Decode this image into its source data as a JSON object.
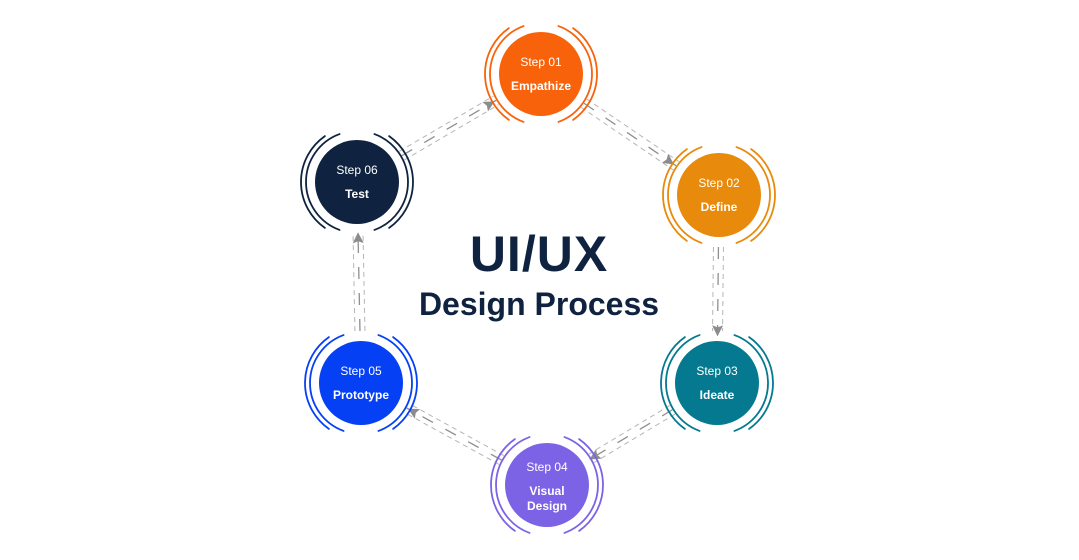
{
  "title": "UI/UX",
  "subtitle": "Design Process",
  "colors": {
    "title": "#0f2340",
    "connector": "#b5b5b5",
    "arrow": "#8c8c8c"
  },
  "steps": [
    {
      "step": "Step 01",
      "name": [
        "Empathize"
      ],
      "color": "#f8620a"
    },
    {
      "step": "Step 02",
      "name": [
        "Define"
      ],
      "color": "#e88a0c"
    },
    {
      "step": "Step 03",
      "name": [
        "Ideate"
      ],
      "color": "#047990"
    },
    {
      "step": "Step 04",
      "name": [
        "Visual",
        "Design"
      ],
      "color": "#7c63e6"
    },
    {
      "step": "Step 05",
      "name": [
        "Prototype"
      ],
      "color": "#0640f5"
    },
    {
      "step": "Step 06",
      "name": [
        "Test"
      ],
      "color": "#0f2340"
    }
  ]
}
